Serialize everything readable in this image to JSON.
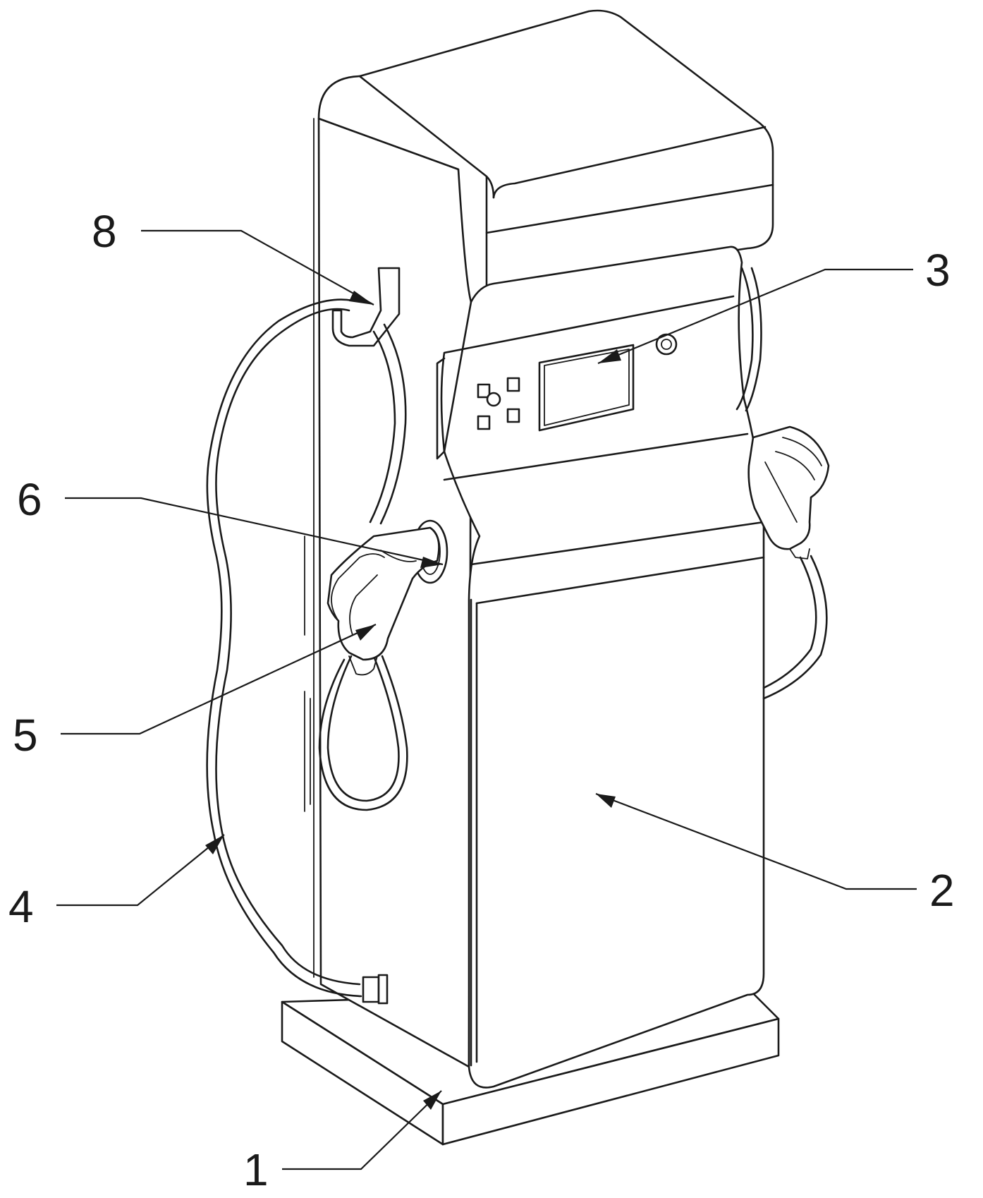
{
  "labels": [
    {
      "id": "1",
      "text": "1"
    },
    {
      "id": "2",
      "text": "2"
    },
    {
      "id": "3",
      "text": "3"
    },
    {
      "id": "4",
      "text": "4"
    },
    {
      "id": "5",
      "text": "5"
    },
    {
      "id": "6",
      "text": "6"
    },
    {
      "id": "8",
      "text": "8"
    }
  ],
  "colors": {
    "line": "#1a1a1a",
    "background": "#ffffff"
  }
}
